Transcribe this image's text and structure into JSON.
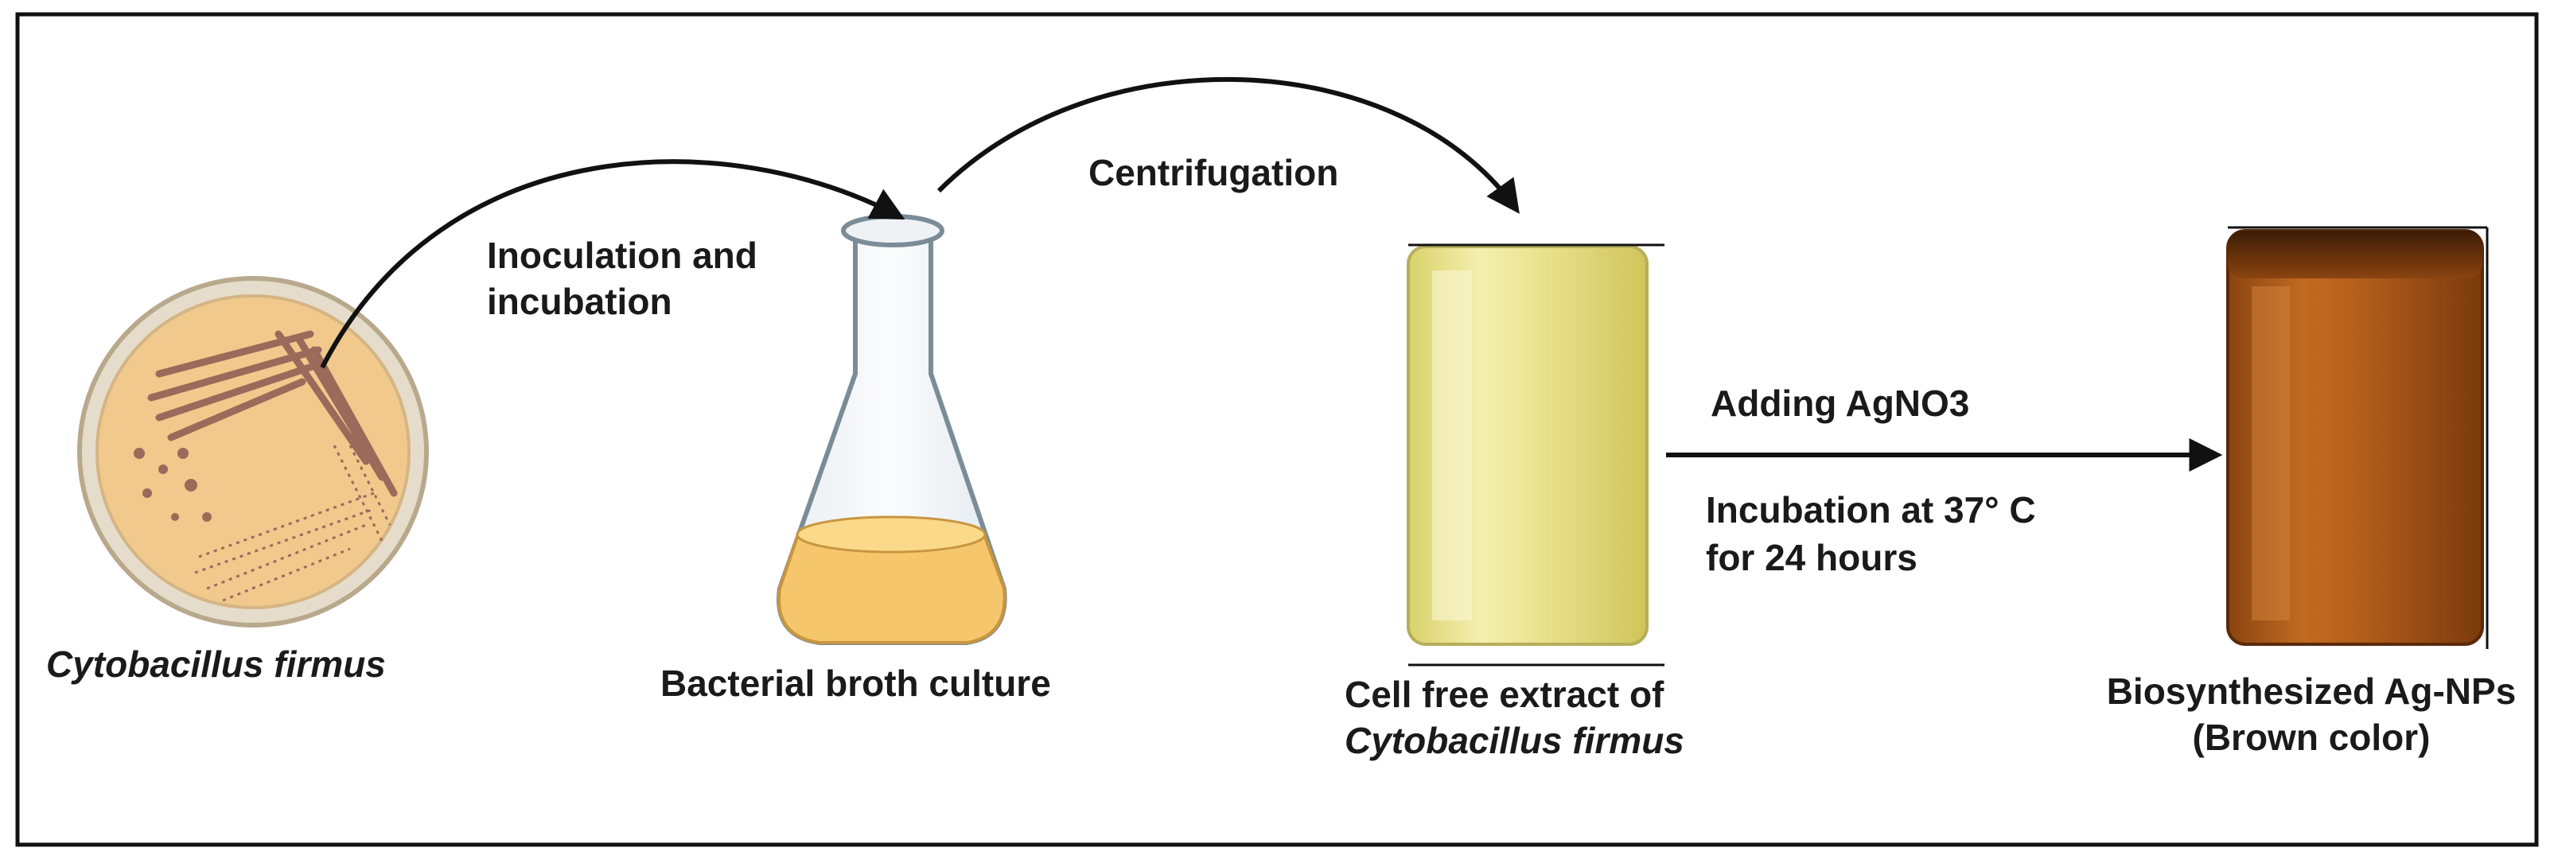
{
  "steps": {
    "petri": {
      "caption": "Cytobacillus firmus"
    },
    "inoculation": {
      "line1": "Inoculation and",
      "line2": "incubation"
    },
    "flask": {
      "caption": "Bacterial broth culture"
    },
    "centrifugation": {
      "label": "Centrifugation"
    },
    "extract": {
      "line1": "Cell free extract of",
      "line2": "Cytobacillus firmus"
    },
    "adding": {
      "label": "Adding AgNO3"
    },
    "incubation": {
      "line1": "Incubation at 37° C",
      "line2": "for 24 hours"
    },
    "product": {
      "line1": "Biosynthesized Ag-NPs",
      "line2": "(Brown color)"
    }
  },
  "colors": {
    "frame": "#111111",
    "arrow": "#111111",
    "petri_rim": "#b9a98c",
    "agar": "#f1c98c",
    "streak": "#9a6a5a",
    "broth": "#f5c66b",
    "extract_liquid": "#e6e08a",
    "nanoparticle_liquid": "#a4581a"
  }
}
